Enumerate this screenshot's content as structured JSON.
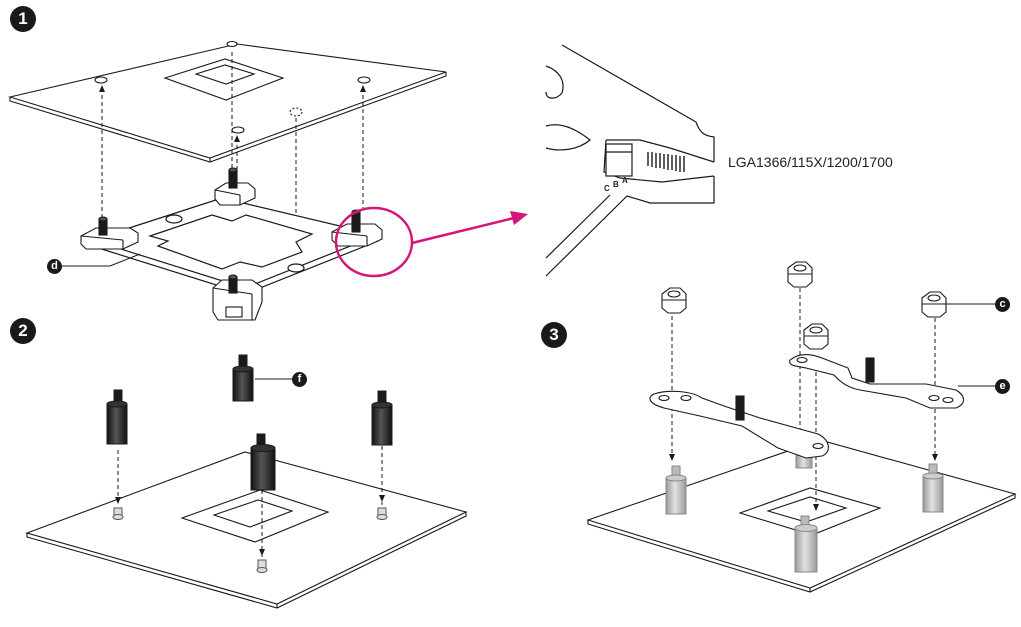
{
  "steps": [
    "1",
    "2",
    "3"
  ],
  "callouts": {
    "d": "d",
    "f": "f",
    "c": "c",
    "e": "e"
  },
  "detail": {
    "socket_label": "LGA1366/115X/1200/1700",
    "slot_letters": [
      "A",
      "B",
      "C"
    ]
  },
  "colors": {
    "highlight": "#d4157a",
    "line": "#1a1a1a",
    "part_gray": "#bdbdbd"
  }
}
